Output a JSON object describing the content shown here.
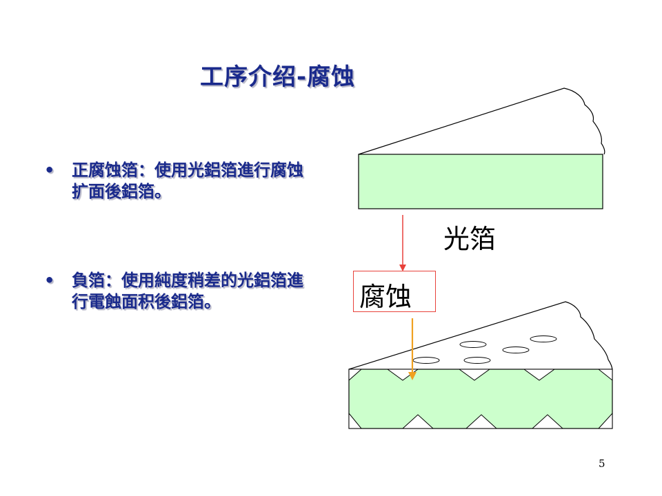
{
  "slide": {
    "title": "工序介绍-腐蚀",
    "page_number": "5"
  },
  "bullets": [
    {
      "marker": "•",
      "text": "正腐蚀箔：使用光鋁箔進行腐蚀扩面後鋁箔。"
    },
    {
      "marker": "•",
      "text": "負箔：使用純度稍差的光鋁箔進行電蝕面积後鋁箔。"
    }
  ],
  "diagram": {
    "top_foil_label": "光箔",
    "process_label": "腐蚀",
    "colors": {
      "foil_fill": "#ccffcc",
      "arrow_red": "#e8413a",
      "arrow_orange": "#f0a020",
      "outline": "#000000"
    }
  }
}
